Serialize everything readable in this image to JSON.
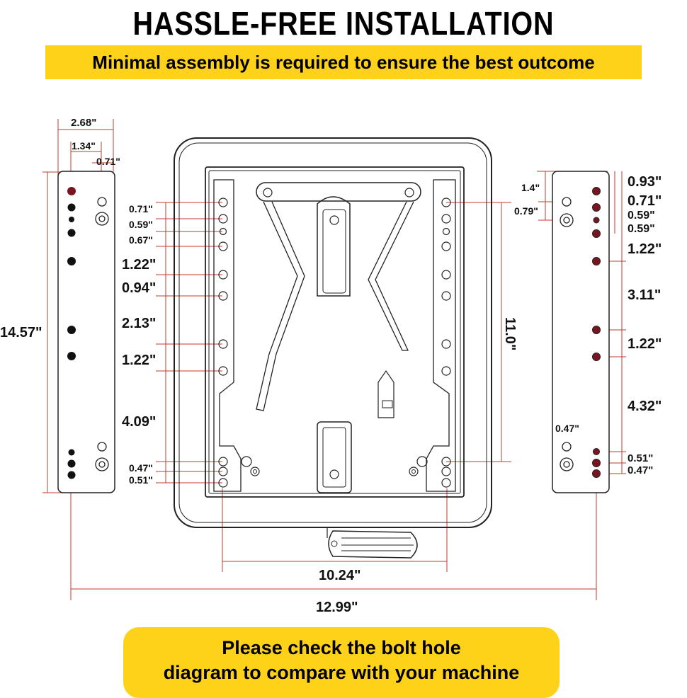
{
  "title": "HASSLE-FREE INSTALLATION",
  "subtitle": "Minimal assembly is required to ensure the best outcome",
  "footer_line1": "Please check the bolt hole",
  "footer_line2": "diagram to compare with your machine",
  "colors": {
    "banner": "#FFD21A",
    "dimension_line": "#C0392B",
    "outline": "#222222",
    "hole_fill": "#7A1420"
  },
  "left_bracket": {
    "width": "2.68\"",
    "half_width": "1.34\"",
    "edge_offset": "0.71\"",
    "height": "14.57\""
  },
  "plate": {
    "spacings": [
      "0.71\"",
      "0.59\"",
      "0.67\"",
      "1.22\"",
      "0.94\"",
      "2.13\"",
      "1.22\"",
      "4.09\"",
      "0.47\"",
      "0.51\""
    ],
    "rail_length": "11.0\"",
    "rail_spacing": "10.24\"",
    "overall_width": "12.99\""
  },
  "right_bracket": {
    "offset_a": "1.4\"",
    "offset_b": "0.79\"",
    "small_gap": "0.47\"",
    "spacings": [
      "0.93\"",
      "0.71\"",
      "0.59\"",
      "0.59\"",
      "1.22\"",
      "3.11\"",
      "1.22\"",
      "4.32\"",
      "0.51\"",
      "0.47\""
    ]
  }
}
